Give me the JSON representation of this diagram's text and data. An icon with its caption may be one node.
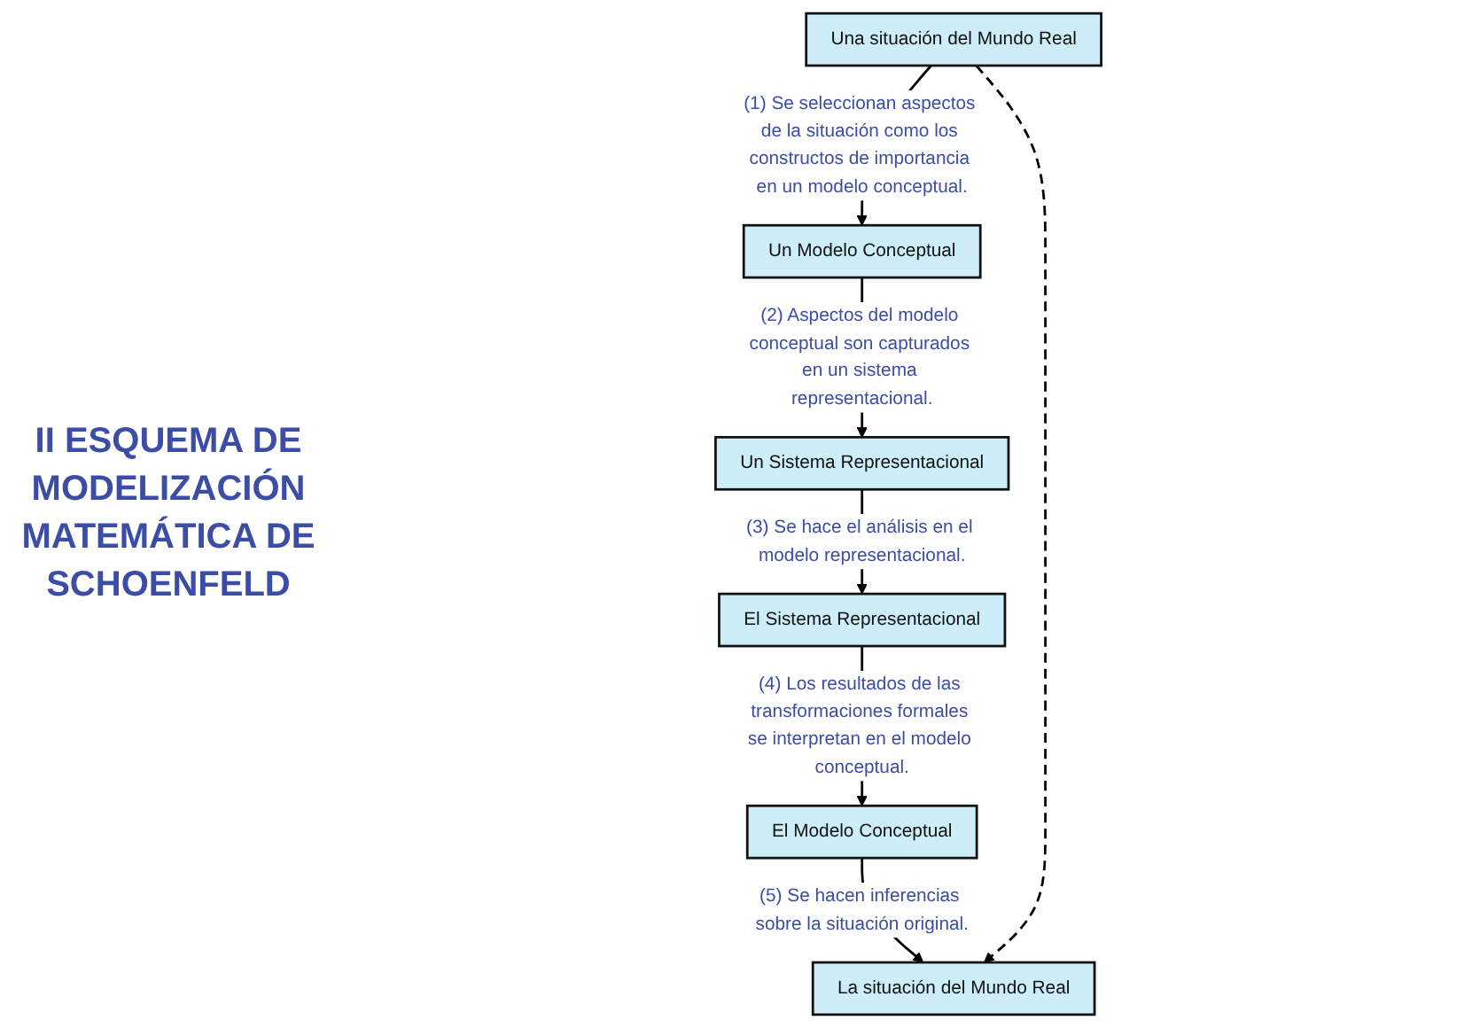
{
  "diagram": {
    "title": "II ESQUEMA DE MODELIZACIÓN MATEMÁTICA DE SCHOENFELD",
    "nodes": [
      {
        "text": [
          "Un Sistema Representacional"
        ]
      },
      {
        "text": [
          "El Sistema Representacional"
        ]
      },
      {
        "text": [
          "Un Modelo Conceptual"
        ]
      },
      {
        "text": [
          "El Modelo Conceptual"
        ]
      },
      {
        "text": [
          "Una situación del Mundo Real"
        ]
      },
      {
        "text": [
          "La situación del Mundo Real"
        ]
      }
    ],
    "edges": [
      {
        "from": 4,
        "to": 2,
        "arrow": "to",
        "label": "(1) Se seleccionan aspectos de la situación como los constructos de importancia en un modelo conceptual."
      },
      {
        "from": 2,
        "to": 0,
        "arrow": "to",
        "label": "(2) Aspectos del modelo conceptual son capturados en un sistema representacional."
      },
      {
        "from": 0,
        "to": 1,
        "arrow": "to",
        "label": "(3) Se hace el análisis en el modelo representacional."
      },
      {
        "from": 1,
        "to": 3,
        "arrow": "to",
        "label": "(4) Los resultados de las transformaciones formales se interpretan en el modelo conceptual."
      },
      {
        "from": 3,
        "to": 5,
        "arrow": "to",
        "label": "(5) Se hacen inferencias sobre la situación original."
      },
      {
        "from": 4,
        "to": 5,
        "arrow": "to",
        "style": "dashed"
      }
    ]
  }
}
